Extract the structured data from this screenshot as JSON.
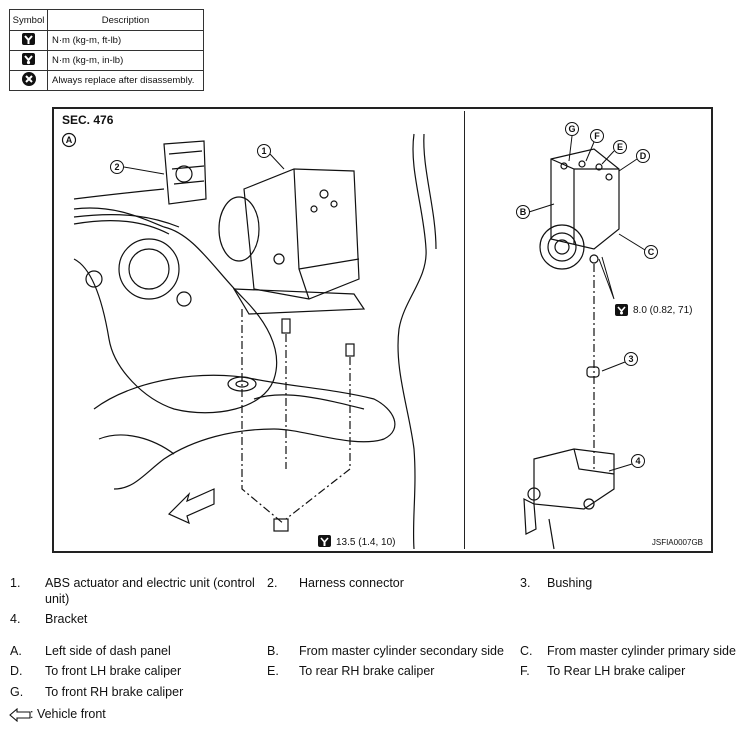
{
  "symbol_table": {
    "header": {
      "symbol": "Symbol",
      "description": "Description"
    },
    "rows": [
      {
        "icon": "torque-ft-lb-icon",
        "description": "N·m (kg-m, ft-lb)"
      },
      {
        "icon": "torque-in-lb-icon",
        "description": "N·m (kg-m, in-lb)"
      },
      {
        "icon": "always-replace-icon",
        "description": "Always replace after disassembly."
      }
    ]
  },
  "figure": {
    "section": "SEC. 476",
    "view_label": "A",
    "callouts": [
      "1",
      "2",
      "3",
      "4",
      "B",
      "C",
      "D",
      "E",
      "F",
      "G"
    ],
    "torque_left": "13.5 (1.4, 10)",
    "torque_right": "8.0 (0.82, 71)",
    "figure_code": "JSFIA0007GB"
  },
  "legend": {
    "numbered": [
      {
        "n": "1.",
        "text": "ABS actuator and electric unit (control",
        "text2": "unit)"
      },
      {
        "n": "2.",
        "text": "Harness connector"
      },
      {
        "n": "3.",
        "text": "Bushing"
      },
      {
        "n": "4.",
        "text": "Bracket"
      }
    ],
    "lettered": [
      {
        "n": "A.",
        "text": "Left side of dash panel"
      },
      {
        "n": "B.",
        "text": "From master cylinder secondary side"
      },
      {
        "n": "C.",
        "text": "From master cylinder primary side"
      },
      {
        "n": "D.",
        "text": "To front LH brake caliper"
      },
      {
        "n": "E.",
        "text": "To rear RH brake caliper"
      },
      {
        "n": "F.",
        "text": "To Rear LH brake caliper"
      },
      {
        "n": "G.",
        "text": "To front RH brake caliper"
      }
    ],
    "vehicle_front": ": Vehicle front"
  }
}
